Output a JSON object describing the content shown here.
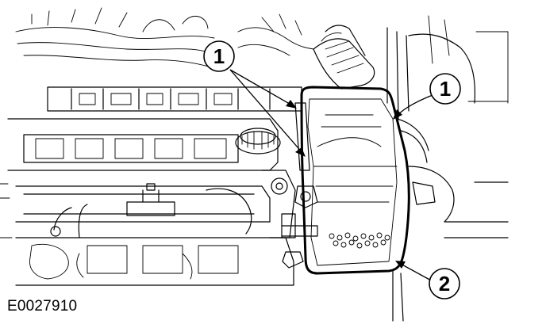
{
  "diagram": {
    "callouts": [
      {
        "id": "callout-1-top",
        "label": "1"
      },
      {
        "id": "callout-1-right",
        "label": "1"
      },
      {
        "id": "callout-2",
        "label": "2"
      }
    ],
    "figure_code": "E0027910"
  }
}
